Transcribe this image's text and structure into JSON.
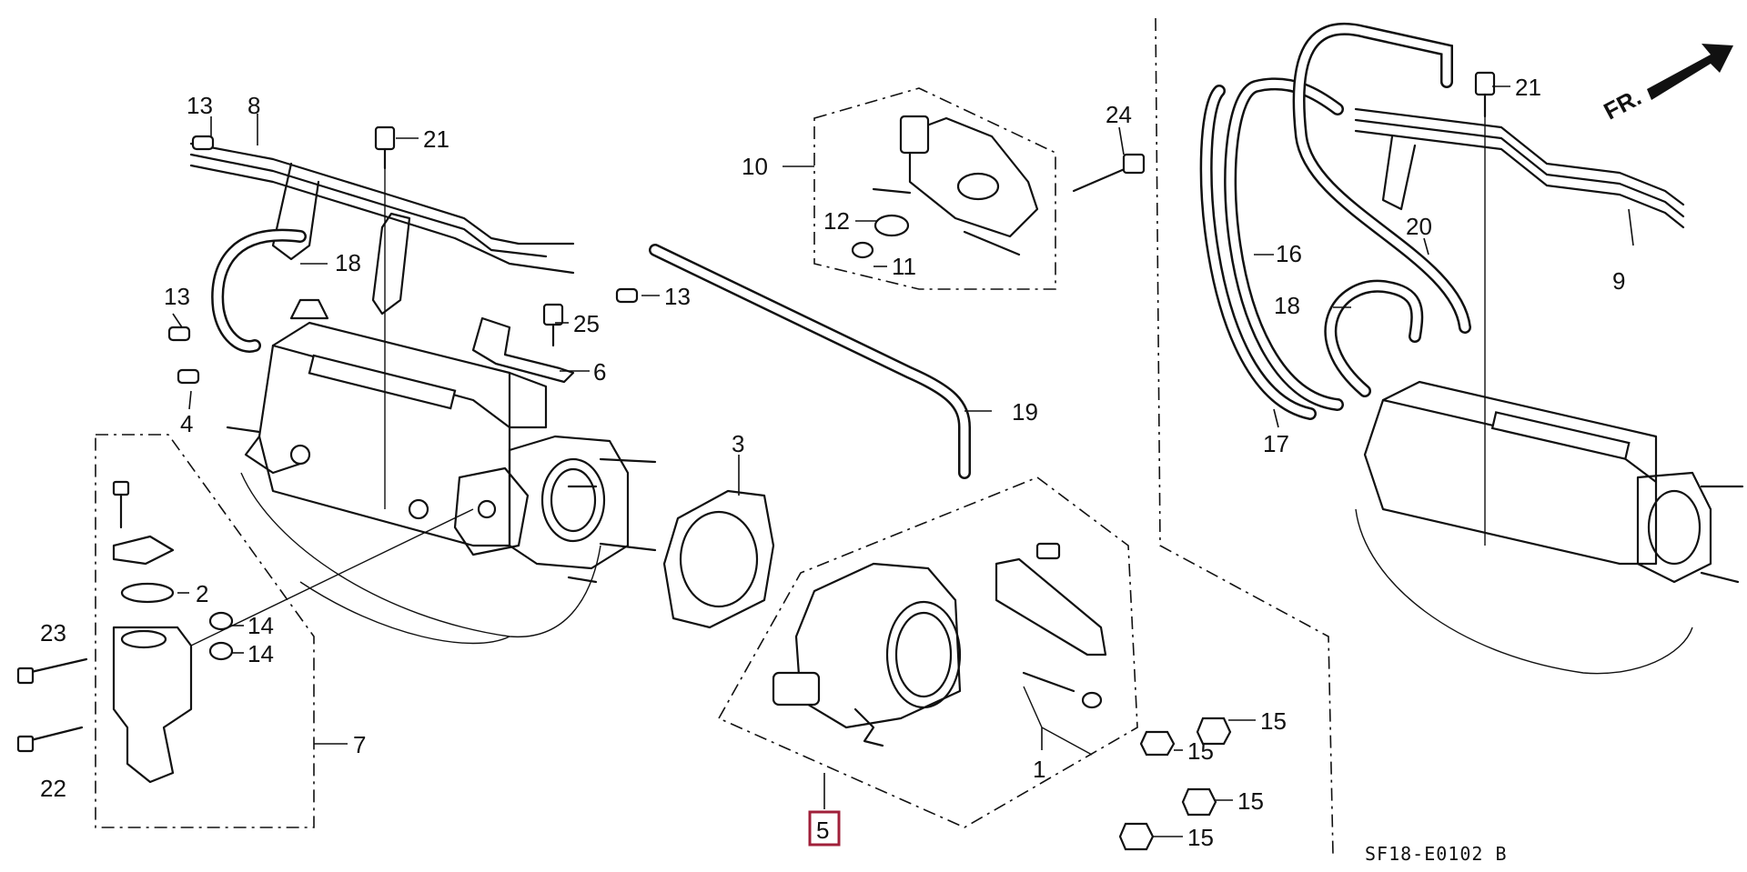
{
  "diagram_code": "SF18-E0102 B",
  "direction_label": "FR.",
  "highlighted_part": "5",
  "callouts": {
    "c1": "1",
    "c2": "2",
    "c3": "3",
    "c4": "4",
    "c5": "5",
    "c6": "6",
    "c7": "7",
    "c8": "8",
    "c9": "9",
    "c10": "10",
    "c11": "11",
    "c12": "12",
    "c13a": "13",
    "c13b": "13",
    "c13c": "13",
    "c14a": "14",
    "c14b": "14",
    "c15a": "15",
    "c15b": "15",
    "c15c": "15",
    "c15d": "15",
    "c16": "16",
    "c17": "17",
    "c18a": "18",
    "c18b": "18",
    "c19": "19",
    "c20": "20",
    "c21a": "21",
    "c21b": "21",
    "c22": "22",
    "c23": "23",
    "c24": "24",
    "c25": "25"
  }
}
